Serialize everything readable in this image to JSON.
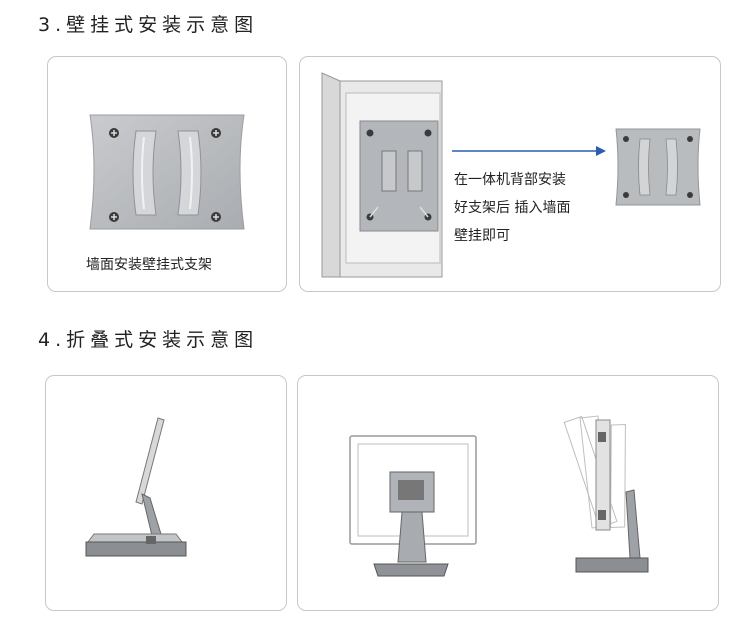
{
  "section3": {
    "heading": "3.壁挂式安装示意图",
    "bracket_caption": "墙面安装壁挂式支架",
    "install_text": {
      "line1": "在一体机背部安装",
      "line2": "好支架后 插入墙面",
      "line3": "壁挂即可"
    }
  },
  "section4": {
    "heading": "4.折叠式安装示意图"
  },
  "colors": {
    "arrow": "#2a5db0",
    "bracket": "#b9bcbf",
    "panel_border": "#c8c8c8"
  }
}
